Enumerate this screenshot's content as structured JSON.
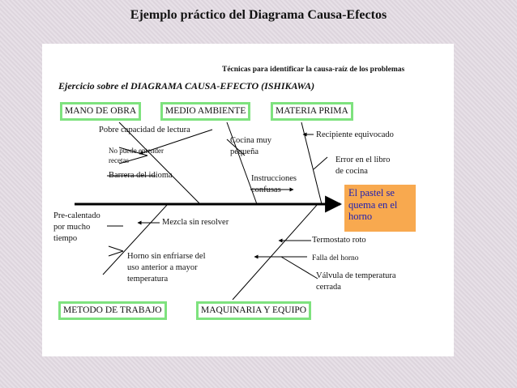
{
  "slide_title": "Ejemplo práctico del Diagrama Causa-Efectos",
  "subtitle": "Técnicas para identificar la causa-raíz de los problemas",
  "exercise_title": "Ejercicio sobre el DIAGRAMA CAUSA-EFECTO (ISHIKAWA)",
  "effect": "El pastel se quema en el horno",
  "categories": {
    "mano_de_obra": "MANO DE OBRA",
    "medio_ambiente": "MEDIO AMBIENTE",
    "materia_prima": "MATERIA PRIMA",
    "metodo_de_trabajo": "METODO DE TRABAJO",
    "maquinaria_y_equipo": "MAQUINARIA Y EQUIPO"
  },
  "causes": {
    "pobre_capacidad": "Pobre capacidad de lectura",
    "no_puede_entender_1": "No puede entender",
    "no_puede_entender_2": "recetas",
    "barrera_idioma": "Barrera del idioma",
    "cocina_1": "Cocina muy",
    "cocina_2": "pequeña",
    "instrucciones_1": "Instrucciones",
    "instrucciones_2": "confusas",
    "recipiente": "Recipiente equivocado",
    "error_libro_1": "Error en el libro",
    "error_libro_2": "de cocina",
    "precalentado_1": "Pre-calentado",
    "precalentado_2": "por mucho",
    "precalentado_3": "tiempo",
    "mezcla": "Mezcla sin resolver",
    "horno_1": "Horno sin enfriarse del",
    "horno_2": "uso anterior a mayor",
    "horno_3": "temperatura",
    "termostato": "Termostato roto",
    "falla_horno": "Falla del horno",
    "valvula_1": "Válvula de temperatura",
    "valvula_2": "cerrada"
  },
  "colors": {
    "category_border": "#7ee27e",
    "effect_fill": "#f8a94f",
    "effect_text": "#2020b0"
  }
}
